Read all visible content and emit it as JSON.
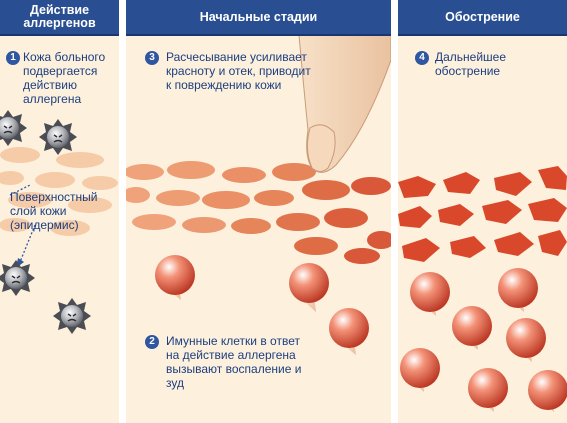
{
  "panels": [
    {
      "title": "Действие аллергенов",
      "notes": [
        {
          "num": "1",
          "text": "Кожа больного подвергается действию аллергена"
        }
      ],
      "label": "Поверхностный слой кожи (эпидермис)"
    },
    {
      "title": "Начальные стадии",
      "notes": [
        {
          "num": "3",
          "text": "Расчесывание усиливает красноту и отек, приводит к повреждению кожи"
        },
        {
          "num": "2",
          "text": "Имунные клетки в ответ на действие аллергена вызывают воспаление и зуд"
        }
      ]
    },
    {
      "title": "Обострение",
      "notes": [
        {
          "num": "4",
          "text": "Дальнейшее обострение"
        }
      ]
    }
  ],
  "colors": {
    "header": "#2a4e92",
    "text": "#1c3f7f",
    "skin": "#fdf0dd",
    "epidermis_light": "#f0a578",
    "epidermis_inflamed": "#d9482b",
    "immune_cell": "#e4664a"
  }
}
